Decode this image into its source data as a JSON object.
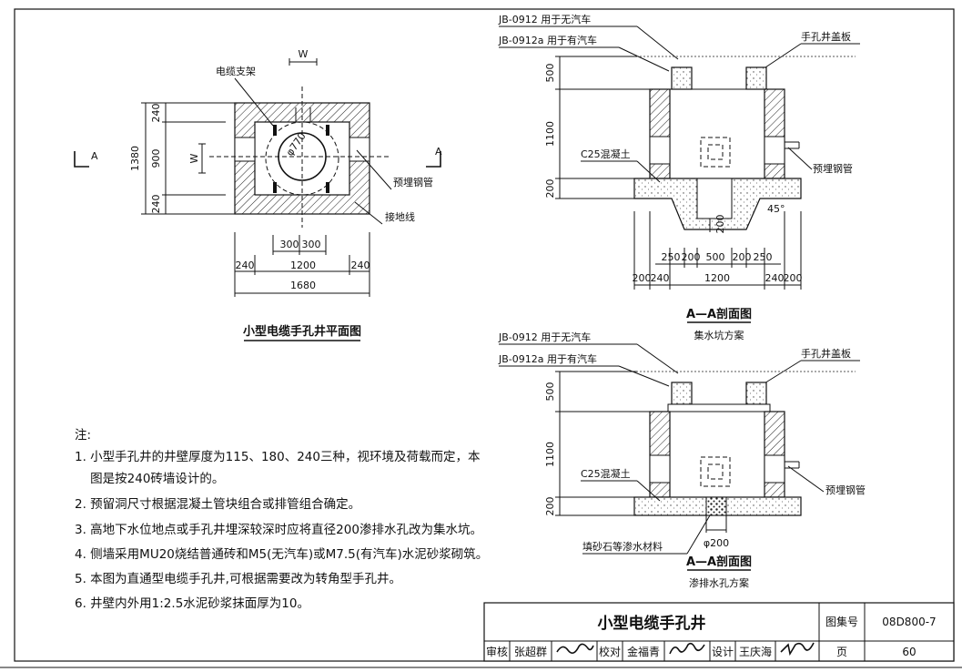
{
  "plan": {
    "title": "小型电缆手孔井平面图",
    "label_bracket": "电缆支架",
    "label_pipe": "预埋钢管",
    "label_ground": "接地线",
    "label_w_top": "W",
    "label_w_left": "W",
    "section_a_left": "A",
    "section_a_right": "A",
    "dia": "φ770",
    "dim_total_v": "1380",
    "dim_v_top": "240",
    "dim_v_mid": "900",
    "dim_v_bot": "240",
    "dim_300a": "300",
    "dim_300b": "300",
    "dim_240l": "240",
    "dim_1200": "1200",
    "dim_240r": "240",
    "dim_1680": "1680"
  },
  "section1": {
    "jb1": "JB-0912 用于无汽车",
    "jb2": "JB-0912a 用于有汽车",
    "cover": "手孔井盖板",
    "concrete": "C25混凝土",
    "pipe": "预埋钢管",
    "angle": "45°",
    "dim_500": "500",
    "dim_1100": "1100",
    "dim_200": "200",
    "dim_pit200": "200",
    "dims_row1": [
      "250",
      "200",
      "500",
      "200",
      "250"
    ],
    "dims_row2": [
      "200",
      "240",
      "1200",
      "240",
      "200"
    ],
    "title": "A—A剖面图",
    "subtitle": "集水坑方案"
  },
  "section2": {
    "jb1": "JB-0912 用于无汽车",
    "jb2": "JB-0912a 用于有汽车",
    "cover": "手孔井盖板",
    "concrete": "C25混凝土",
    "pipe": "预埋钢管",
    "gravel": "填砂石等渗水材料",
    "dia200": "φ200",
    "dim_500": "500",
    "dim_1100": "1100",
    "dim_200": "200",
    "title": "A—A剖面图",
    "subtitle": "渗排水孔方案"
  },
  "notes": {
    "heading": "注:",
    "items": [
      "1. 小型手孔井的井壁厚度为115、180、240三种，视环境及荷载而定，本",
      "    图是按240砖墙设计的。",
      "2. 预留洞尺寸根据混凝土管块组合或排管组合确定。",
      "3. 高地下水位地点或手孔井埋深较深时应将直径200渗排水孔改为集水坑。",
      "4. 侧墙采用MU20烧结普通砖和M5(无汽车)或M7.5(有汽车)水泥砂浆砌筑。",
      "5. 本图为直通型电缆手孔井,可根据需要改为转角型手孔井。",
      "6. 井壁内外用1:2.5水泥砂浆抹面厚为10。"
    ]
  },
  "titleblock": {
    "title": "小型电缆手孔井",
    "atlas_label": "图集号",
    "atlas_value": "08D800-7",
    "page_label": "页",
    "page_value": "60",
    "review_label": "审核",
    "review_name": "张超群",
    "check_label": "校对",
    "check_name": "金福青",
    "design_label": "设计",
    "design_name": "王庆海"
  }
}
